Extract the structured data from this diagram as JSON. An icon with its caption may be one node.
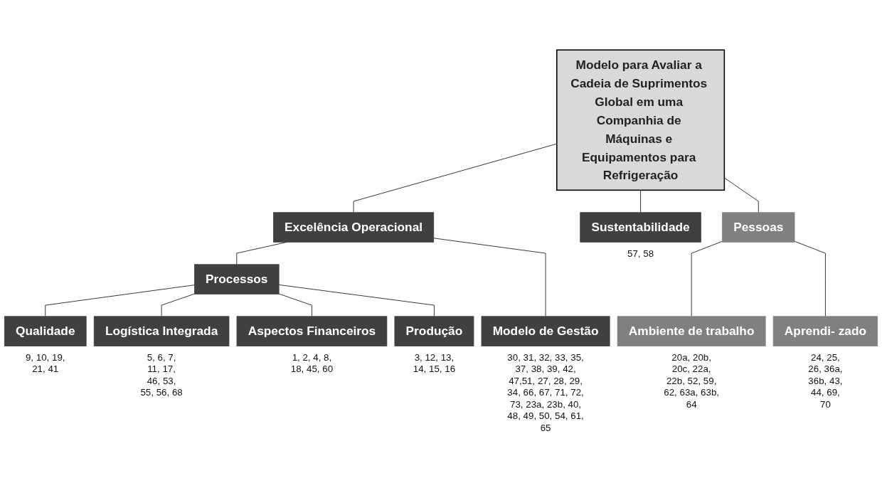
{
  "diagram": {
    "nodes": [
      {
        "text": [
          "Modelo para Avaliar a Cadeia de Suprimentos Global em uma Companhia de Máquinas e Equipamentos para Refrigeração"
        ]
      },
      {
        "text": [
          "Excelência Operacional"
        ]
      },
      {
        "text": [
          "Sustentabilidade"
        ],
        "beside": [
          "57, 58"
        ]
      },
      {
        "text": [
          "Pessoas"
        ]
      },
      {
        "text": [
          "Processos"
        ]
      },
      {
        "text": [
          "Modelo de Gestão"
        ],
        "beside": [
          "30, 31, 32, 33, 35, 37, 38, 39, 42, 47,51, 27, 28, 29, 34, 66, 67, 71, 72, 73, 23a, 23b, 40, 48, 49, 50, 54, 61, 65"
        ]
      },
      {
        "text": [
          "Qualidade"
        ],
        "beside": [
          "9, 10, 19, 21, 41"
        ]
      },
      {
        "text": [
          "Logística Integrada"
        ],
        "beside": [
          "5, 6, 7, 11, 17, 46, 53, 55, 56, 68"
        ]
      },
      {
        "text": [
          "Aspectos Financeiros"
        ],
        "beside": [
          "1, 2, 4, 8, 18, 45, 60"
        ]
      },
      {
        "text": [
          "Produção"
        ],
        "beside": [
          "3, 12, 13, 14, 15, 16"
        ]
      },
      {
        "text": [
          "Ambiente de trabalho"
        ],
        "beside": [
          "20a, 20b, 20c, 22a, 22b, 52, 59, 62, 63a, 63b, 64"
        ]
      },
      {
        "text": [
          "Aprendi- zado"
        ],
        "beside": [
          "24, 25, 26, 36a, 36b, 43, 44, 69, 70"
        ]
      }
    ],
    "edges": [
      {
        "from": 0,
        "to": 1,
        "arrow": "none"
      },
      {
        "from": 0,
        "to": 2,
        "arrow": "none"
      },
      {
        "from": 0,
        "to": 3,
        "arrow": "none"
      },
      {
        "from": 1,
        "to": 4,
        "arrow": "none"
      },
      {
        "from": 1,
        "to": 5,
        "arrow": "none"
      },
      {
        "from": 4,
        "to": 6,
        "arrow": "none"
      },
      {
        "from": 4,
        "to": 7,
        "arrow": "none"
      },
      {
        "from": 4,
        "to": 8,
        "arrow": "none"
      },
      {
        "from": 4,
        "to": 9,
        "arrow": "none"
      },
      {
        "from": 3,
        "to": 10,
        "arrow": "none"
      },
      {
        "from": 3,
        "to": 11,
        "arrow": "none"
      }
    ]
  }
}
